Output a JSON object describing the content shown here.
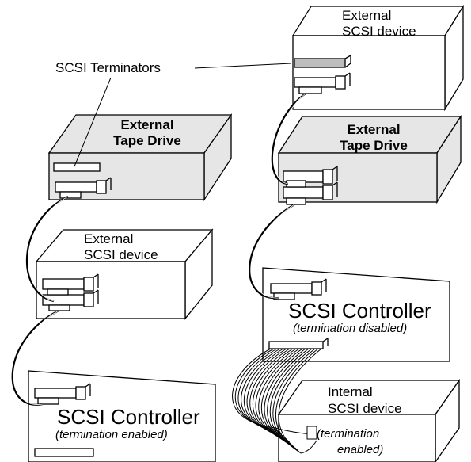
{
  "labels": {
    "terminators": "SCSI Terminators",
    "left": {
      "tape_drive": [
        "External",
        "Tape Drive"
      ],
      "ext_device": [
        "External",
        "SCSI device"
      ],
      "controller": "SCSI Controller",
      "controller_note": "(termination enabled)"
    },
    "right": {
      "ext_device": [
        "External",
        "SCSI device"
      ],
      "tape_drive": [
        "External",
        "Tape Drive"
      ],
      "controller": "SCSI Controller",
      "controller_note": "(termination disabled)",
      "int_device": [
        "Internal",
        "SCSI device"
      ],
      "int_note": [
        "(termination",
        "enabled)"
      ]
    }
  },
  "colors": {
    "line": "#000000",
    "box_face": "#ffffff",
    "tape_face": "#e6e6e6",
    "terminator": "#bdbdbd"
  }
}
